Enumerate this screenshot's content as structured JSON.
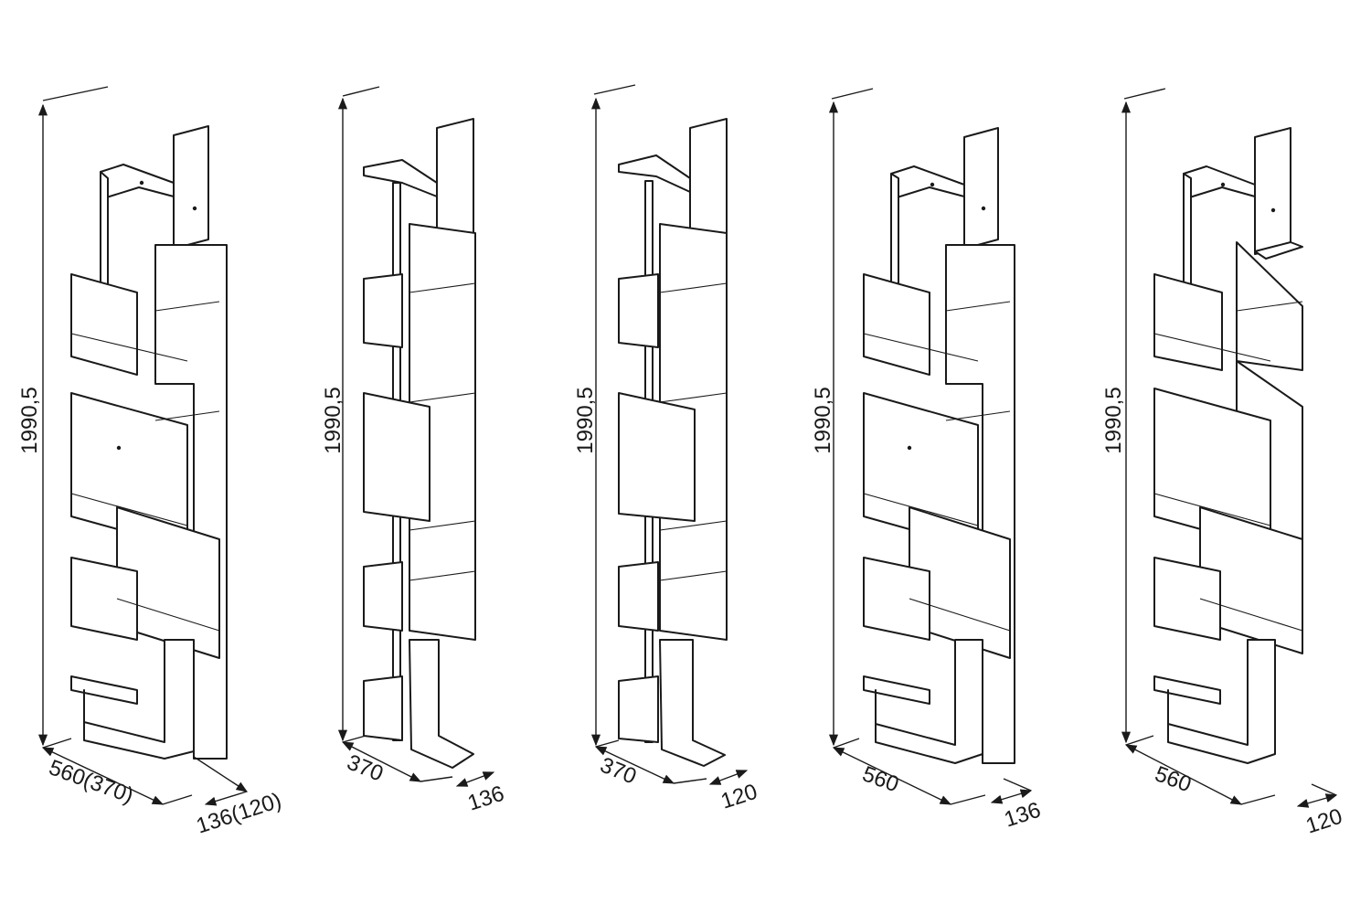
{
  "diagram": {
    "variants": [
      {
        "height_label": "1990,5",
        "width_label": "560(370)",
        "depth_label": "136(120)"
      },
      {
        "height_label": "1990,5",
        "width_label": "370",
        "depth_label": "136"
      },
      {
        "height_label": "1990,5",
        "width_label": "370",
        "depth_label": "120"
      },
      {
        "height_label": "1990,5",
        "width_label": "560",
        "depth_label": "136"
      },
      {
        "height_label": "1990,5",
        "width_label": "560",
        "depth_label": "120"
      }
    ]
  }
}
